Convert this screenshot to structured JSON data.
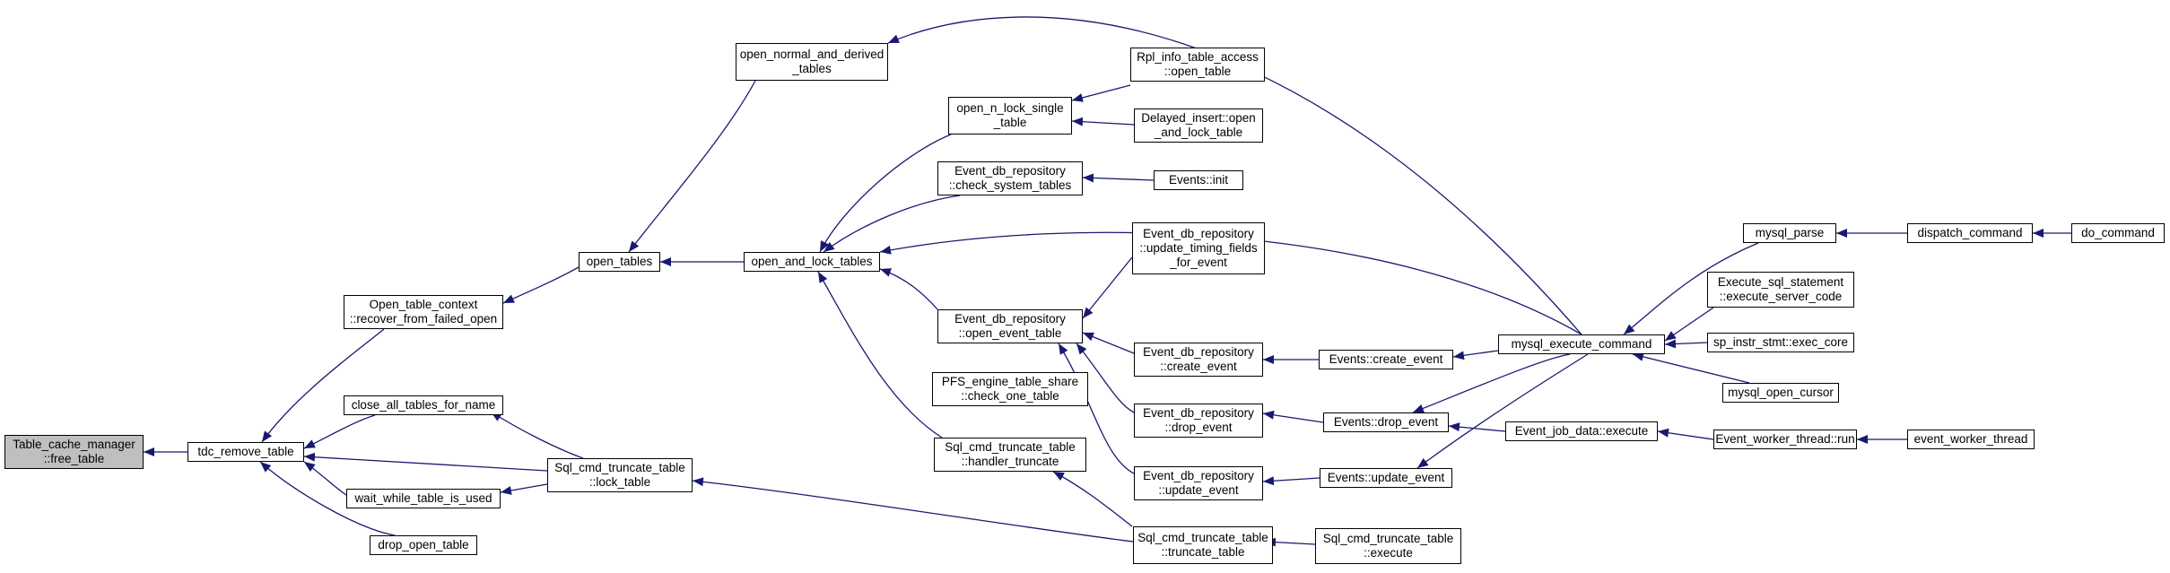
{
  "colors": {
    "edge": "#191970",
    "node_border": "#000000",
    "root_fill": "#bfbfbf",
    "node_fill": "#ffffff"
  },
  "nodes": {
    "free_table": {
      "label": "Table_cache_manager\n::free_table"
    },
    "tdc_remove_table": {
      "label": "tdc_remove_table"
    },
    "recover_from_failed_open": {
      "label": "Open_table_context\n::recover_from_failed_open"
    },
    "close_all_tables_for_name": {
      "label": "close_all_tables_for_name"
    },
    "wait_while_table_is_used": {
      "label": "wait_while_table_is_used"
    },
    "drop_open_table": {
      "label": "drop_open_table"
    },
    "lock_table": {
      "label": "Sql_cmd_truncate_table\n::lock_table"
    },
    "open_tables": {
      "label": "open_tables"
    },
    "open_normal_and_derived_tables": {
      "label": "open_normal_and_derived\n_tables"
    },
    "open_and_lock_tables": {
      "label": "open_and_lock_tables"
    },
    "open_n_lock_single_table": {
      "label": "open_n_lock_single\n_table"
    },
    "check_system_tables": {
      "label": "Event_db_repository\n::check_system_tables"
    },
    "open_event_table": {
      "label": "Event_db_repository\n::open_event_table"
    },
    "check_one_table": {
      "label": "PFS_engine_table_share\n::check_one_table"
    },
    "handler_truncate": {
      "label": "Sql_cmd_truncate_table\n::handler_truncate"
    },
    "truncate_table": {
      "label": "Sql_cmd_truncate_table\n::truncate_table"
    },
    "rpl_open_table": {
      "label": "Rpl_info_table_access\n::open_table"
    },
    "delayed_insert_open": {
      "label": "Delayed_insert::open\n_and_lock_table"
    },
    "events_init": {
      "label": "Events::init"
    },
    "update_timing_fields": {
      "label": "Event_db_repository\n::update_timing_fields\n_for_event"
    },
    "repo_create_event": {
      "label": "Event_db_repository\n::create_event"
    },
    "repo_drop_event": {
      "label": "Event_db_repository\n::drop_event"
    },
    "repo_update_event": {
      "label": "Event_db_repository\n::update_event"
    },
    "truncate_execute": {
      "label": "Sql_cmd_truncate_table\n::execute"
    },
    "events_create_event": {
      "label": "Events::create_event"
    },
    "events_drop_event": {
      "label": "Events::drop_event"
    },
    "events_update_event": {
      "label": "Events::update_event"
    },
    "event_job_execute": {
      "label": "Event_job_data::execute"
    },
    "mysql_execute_command": {
      "label": "mysql_execute_command"
    },
    "mysql_parse": {
      "label": "mysql_parse"
    },
    "execute_server_code": {
      "label": "Execute_sql_statement\n::execute_server_code"
    },
    "exec_core": {
      "label": "sp_instr_stmt::exec_core"
    },
    "mysql_open_cursor": {
      "label": "mysql_open_cursor"
    },
    "worker_run": {
      "label": "Event_worker_thread::run"
    },
    "dispatch_command": {
      "label": "dispatch_command"
    },
    "event_worker_thread": {
      "label": "event_worker_thread"
    },
    "do_command": {
      "label": "do_command"
    }
  }
}
